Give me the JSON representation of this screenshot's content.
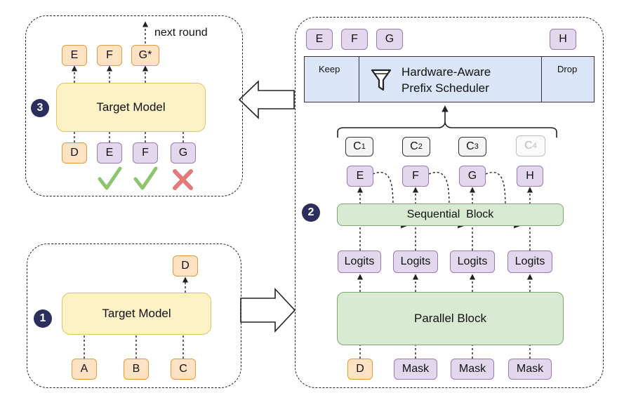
{
  "colors": {
    "orange_fill": "#fde3c4",
    "orange_border": "#e39a3c",
    "purple_fill": "#e2d7ec",
    "purple_border": "#9b7ab3",
    "yellow_fill": "#fdf2c6",
    "green_fill": "#d9ead3",
    "blue_fill": "#dae6f8",
    "step_badge": "#2d2d5e",
    "check": "#8cc56e",
    "cross": "#e57a7a"
  },
  "panel1": {
    "step": "1",
    "model": "Target Model",
    "inputs": [
      "A",
      "B",
      "C"
    ],
    "output": "D"
  },
  "panel2": {
    "step": "2",
    "inputs": [
      "D",
      "Mask",
      "Mask",
      "Mask"
    ],
    "parallel_block": "Parallel Block",
    "logits": [
      "Logits",
      "Logits",
      "Logits",
      "Logits"
    ],
    "sequential_block": "Sequential  Block",
    "tokens": [
      "E",
      "F",
      "G",
      "H"
    ],
    "candidates": [
      {
        "base": "C",
        "sub": "1"
      },
      {
        "base": "C",
        "sub": "2"
      },
      {
        "base": "C",
        "sub": "3"
      },
      {
        "base": "C",
        "sub": "4"
      }
    ],
    "scheduler": {
      "keep": "Keep",
      "title_line1": "Hardware-Aware",
      "title_line2": "Prefix Scheduler",
      "drop": "Drop",
      "icon": "filter-funnel-icon"
    },
    "kept_tokens": [
      "E",
      "F",
      "G"
    ],
    "dropped_token": "H"
  },
  "panel3": {
    "step": "3",
    "model": "Target Model",
    "inputs": [
      "D",
      "E",
      "F",
      "G"
    ],
    "outputs": [
      "E",
      "F",
      "G*"
    ],
    "next_round": "next round",
    "verdicts": [
      "check-icon",
      "check-icon",
      "cross-icon"
    ]
  }
}
